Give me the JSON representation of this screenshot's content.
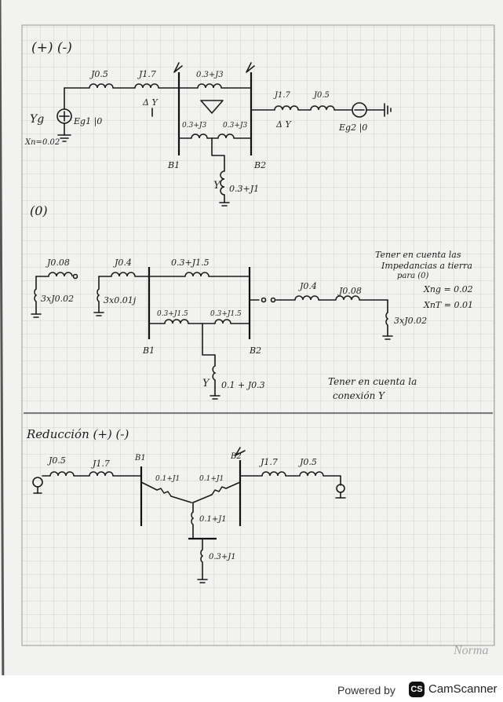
{
  "document": {
    "type": "handwritten-notes-scan",
    "section1": {
      "heading": "(+) (-)",
      "labels": {
        "yg": "Yg",
        "xn": "Xn=0.02",
        "eg1": "Eg1 |0",
        "z1": "J0.5",
        "z2": "J1.7",
        "dy_left": "Δ Y",
        "z_top": "0.3+J3",
        "z_left": "0.3+J3",
        "z_right": "0.3+J3",
        "z_right1": "J1.7",
        "z_right2": "J0.5",
        "dy_right": "Δ Y",
        "eg2": "Eg2 |0",
        "b1": "B1",
        "b2": "B2",
        "load": "Y",
        "load_z": "0.3+J1"
      }
    },
    "section2": {
      "heading": "(0)",
      "labels": {
        "z_src": "J0.08",
        "z_src_ground": "3xJ0.02",
        "z_t1": "J0.4",
        "z_t1_ground": "3x0.01j",
        "z_top": "0.3+J1.5",
        "z_left": "0.3+J1.5",
        "z_right": "0.3+J1.5",
        "z_r1": "J0.4",
        "z_r2": "J0.08",
        "z_r_ground": "3xJ0.02",
        "b1": "B1",
        "b2": "B2",
        "load": "Y",
        "load_z": "0.1 + J0.3"
      },
      "note1": [
        "Tener en cuenta las",
        "Impedancias a tierra",
        "para (0)"
      ],
      "note_xng": "Xng = 0.02",
      "note_xnt": "XnT = 0.01",
      "note2": [
        "Tener en cuenta la",
        "conexión Y"
      ]
    },
    "section3": {
      "heading": "Reducción (+) (-)",
      "labels": {
        "z1": "J0.5",
        "z2": "J1.7",
        "b1": "B1",
        "b2": "B2",
        "z_left": "0.1+J1",
        "z_right": "0.1+J1",
        "z_mid": "0.1+J1",
        "z_load": "0.3+J1",
        "z_r1": "J1.7",
        "z_r2": "J0.5"
      }
    }
  },
  "footer": {
    "powered": "Powered by",
    "logo": "CS",
    "brand": "CamScanner",
    "watermark": "Norma"
  },
  "colors": {
    "paper": "#f2f2f0",
    "grid": "#c9c9c9",
    "ink": "#1a1a1a",
    "footer_bg": "#ffffff"
  }
}
